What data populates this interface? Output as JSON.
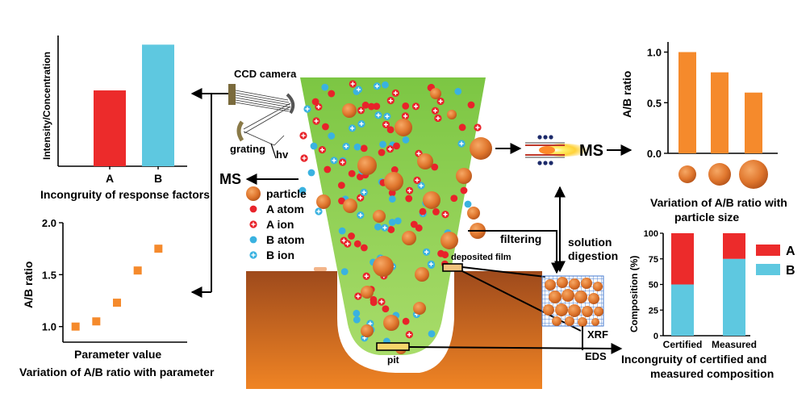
{
  "colors": {
    "plume_green": "#8fd14f",
    "particle_orange": "#e0772e",
    "a_red": "#e8232a",
    "b_cyan": "#3ab2e0",
    "bar_orange": "#f58a2c",
    "bar_red": "#ec2b2b",
    "bar_cyan": "#5ec8e0",
    "sample_top": "#9e4a1c",
    "sample_bottom": "#f08424"
  },
  "diagram": {
    "ccd_camera": "CCD camera",
    "grating": "grating",
    "hv": "hv",
    "ms_left": "MS",
    "ms_right": "MS",
    "filtering": "filtering",
    "solution_digestion": "solution\ndigestion",
    "deposited_film": "deposited film",
    "pit": "pit",
    "xrf": "XRF",
    "eds": "EDS"
  },
  "legend": {
    "items": [
      {
        "label": "particle",
        "kind": "particle"
      },
      {
        "label": "A atom",
        "kind": "a_atom"
      },
      {
        "label": "A ion",
        "kind": "a_ion"
      },
      {
        "label": "B atom",
        "kind": "b_atom"
      },
      {
        "label": "B ion",
        "kind": "b_ion"
      }
    ]
  },
  "captions": {
    "response": "Incongruity of response factors",
    "parameter": "Variation of A/B ratio with parameter",
    "size_line1": "Variation of A/B ratio with",
    "size_line2": "particle size",
    "composition_line1": "Incongruity of certified and",
    "composition_line2": "measured composition"
  },
  "chart_data": [
    {
      "id": "response-factors",
      "type": "bar",
      "categories": [
        "A",
        "B"
      ],
      "values": [
        0.58,
        0.93
      ],
      "ylabel": "Intensity/Concentration",
      "xlabel": "",
      "ylim": [
        0,
        1
      ],
      "colors": [
        "#ec2b2b",
        "#5ec8e0"
      ]
    },
    {
      "id": "ratio-vs-parameter",
      "type": "scatter",
      "x": [
        1,
        2,
        3,
        4,
        5
      ],
      "y": [
        1.0,
        1.05,
        1.23,
        1.54,
        1.75
      ],
      "xlabel": "Parameter value",
      "ylabel": "A/B ratio",
      "ylim": [
        0.85,
        2.0
      ],
      "yticks": [
        "1.0",
        "1.5",
        "2.0"
      ],
      "xlim": [
        0,
        6
      ]
    },
    {
      "id": "ratio-vs-size",
      "type": "bar",
      "categories": [
        "small",
        "medium",
        "large"
      ],
      "values": [
        1.0,
        0.8,
        0.6
      ],
      "ylabel": "A/B ratio",
      "ylim": [
        0,
        1.1
      ],
      "yticks": [
        "0.0",
        "0.5",
        "1.0"
      ],
      "color": "#f58a2c"
    },
    {
      "id": "composition",
      "type": "bar",
      "stacked": true,
      "categories": [
        "Certified",
        "Measured"
      ],
      "series": [
        {
          "name": "B",
          "values": [
            50,
            75
          ],
          "color": "#5ec8e0"
        },
        {
          "name": "A",
          "values": [
            50,
            25
          ],
          "color": "#ec2b2b"
        }
      ],
      "ylabel": "Composition (%)",
      "ylim": [
        0,
        100
      ],
      "yticks": [
        "0",
        "25",
        "50",
        "75",
        "100"
      ]
    }
  ]
}
